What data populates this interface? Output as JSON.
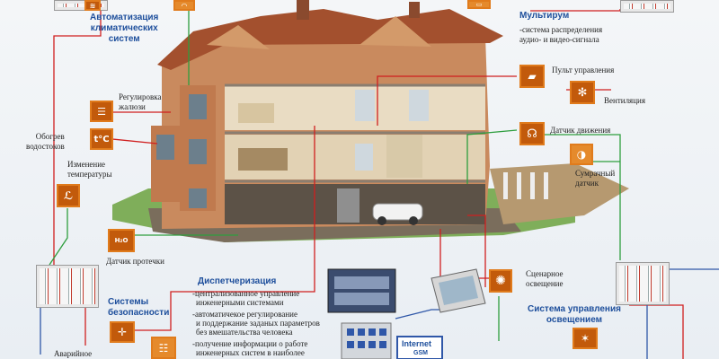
{
  "labels": {
    "climate_title": "Автоматизация\nклиматических\nсистем",
    "blinds": "Регулировка\nжалюзи",
    "gutters": "Обогрев\nводостоков",
    "temp_change": "Изменение\nтемпературы",
    "leak": "Датчик протечки",
    "security_title": "Системы\nбезопасности",
    "emergency": "Аварийное",
    "multiroom_title": "Мультирум",
    "multiroom_desc": "-система распределения\nаудио- и видео-сигнала",
    "remote": "Пульт управления",
    "ventilation": "Вентиляция",
    "motion": "Датчик движения",
    "dusk": "Сумрачный\nдатчик",
    "scene_light": "Сценарное\nосвещение",
    "lighting_title": "Система управления\nосвещением",
    "dispatch_title": "Диспетчеризация",
    "dispatch_lines": [
      "-централизованное управление",
      "инженерными системами",
      "-автоматичекое регулирование",
      "и поддержание заданых параметров",
      "без вмешательства человека",
      "-получение информации о работе",
      "инженерных систем в наиболее"
    ],
    "internet": "Internet",
    "gsm": "GSM",
    "h2o": "H₂O",
    "tc": "t°C"
  },
  "colors": {
    "icon_bg": "#c25a0b",
    "line_red": "#d01f1f",
    "line_green": "#2e9e3e",
    "line_blue": "#2f57a8",
    "title_blue": "#1e4f9c"
  },
  "icons": [
    "climate-icon",
    "blinds-icon",
    "thermometer-icon",
    "temperature-control-icon",
    "leak-sensor-icon",
    "security-icon",
    "alarm-icon",
    "remote-control-icon",
    "ventilation-fan-icon",
    "motion-sensor-icon",
    "dusk-sensor-icon",
    "scene-light-icon",
    "lighting-control-icon",
    "tv-icon",
    "weather-station-icon"
  ]
}
